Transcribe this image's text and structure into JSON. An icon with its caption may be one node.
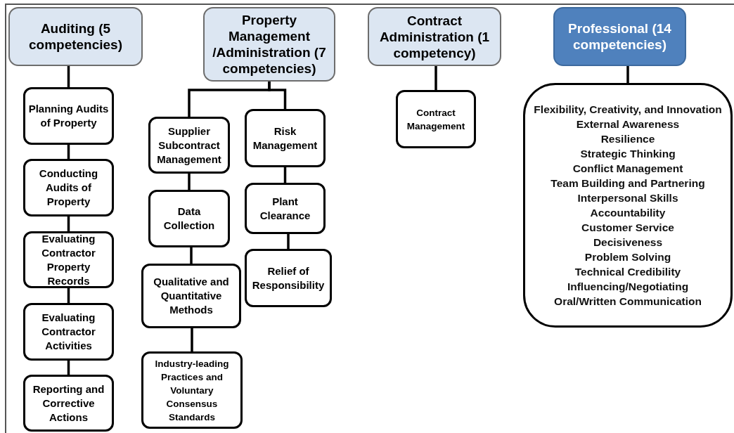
{
  "diagram": {
    "nodes": [
      {
        "text": [
          "Auditing (5 competencies)"
        ]
      },
      {
        "text": [
          "Planning Audits of Property"
        ]
      },
      {
        "text": [
          "Conducting Audits of Property"
        ]
      },
      {
        "text": [
          "Evaluating Contractor Property Records"
        ]
      },
      {
        "text": [
          "Evaluating Contractor Activities"
        ]
      },
      {
        "text": [
          "Reporting and Corrective Actions"
        ]
      },
      {
        "text": [
          "Property Management /Administration (7 competencies)"
        ]
      },
      {
        "text": [
          "Supplier Subcontract Management"
        ]
      },
      {
        "text": [
          "Data Collection"
        ]
      },
      {
        "text": [
          "Qualitative and Quantitative Methods"
        ]
      },
      {
        "text": [
          "Industry-leading Practices and Voluntary Consensus Standards"
        ]
      },
      {
        "text": [
          "Risk Management"
        ]
      },
      {
        "text": [
          "Plant Clearance"
        ]
      },
      {
        "text": [
          "Relief of Responsibility"
        ]
      },
      {
        "text": [
          "Contract Administration (1 competency)"
        ]
      },
      {
        "text": [
          "Contract Management"
        ]
      },
      {
        "text": [
          "Professional (14 competencies)"
        ]
      },
      {
        "text": [
          "Flexibility, Creativity, and Innovation",
          "External Awareness",
          "Resilience",
          "Strategic Thinking",
          "Conflict Management",
          "Team Building and Partnering",
          "Interpersonal Skills",
          "Accountability",
          "Customer Service",
          "Decisiveness",
          "Problem Solving",
          "Technical Credibility",
          "Influencing/Negotiating",
          "Oral/Written Communication"
        ]
      }
    ],
    "edges": [
      {
        "from": 0,
        "to": 1,
        "arrow": "none"
      },
      {
        "from": 1,
        "to": 2,
        "arrow": "none"
      },
      {
        "from": 2,
        "to": 3,
        "arrow": "none"
      },
      {
        "from": 3,
        "to": 4,
        "arrow": "none"
      },
      {
        "from": 4,
        "to": 5,
        "arrow": "none"
      },
      {
        "from": 6,
        "to": 7,
        "arrow": "none"
      },
      {
        "from": 6,
        "to": 11,
        "arrow": "none"
      },
      {
        "from": 7,
        "to": 8,
        "arrow": "none"
      },
      {
        "from": 8,
        "to": 9,
        "arrow": "none"
      },
      {
        "from": 9,
        "to": 10,
        "arrow": "none"
      },
      {
        "from": 11,
        "to": 12,
        "arrow": "none"
      },
      {
        "from": 12,
        "to": 13,
        "arrow": "none"
      },
      {
        "from": 14,
        "to": 15,
        "arrow": "none"
      },
      {
        "from": 16,
        "to": 17,
        "arrow": "none"
      }
    ]
  }
}
